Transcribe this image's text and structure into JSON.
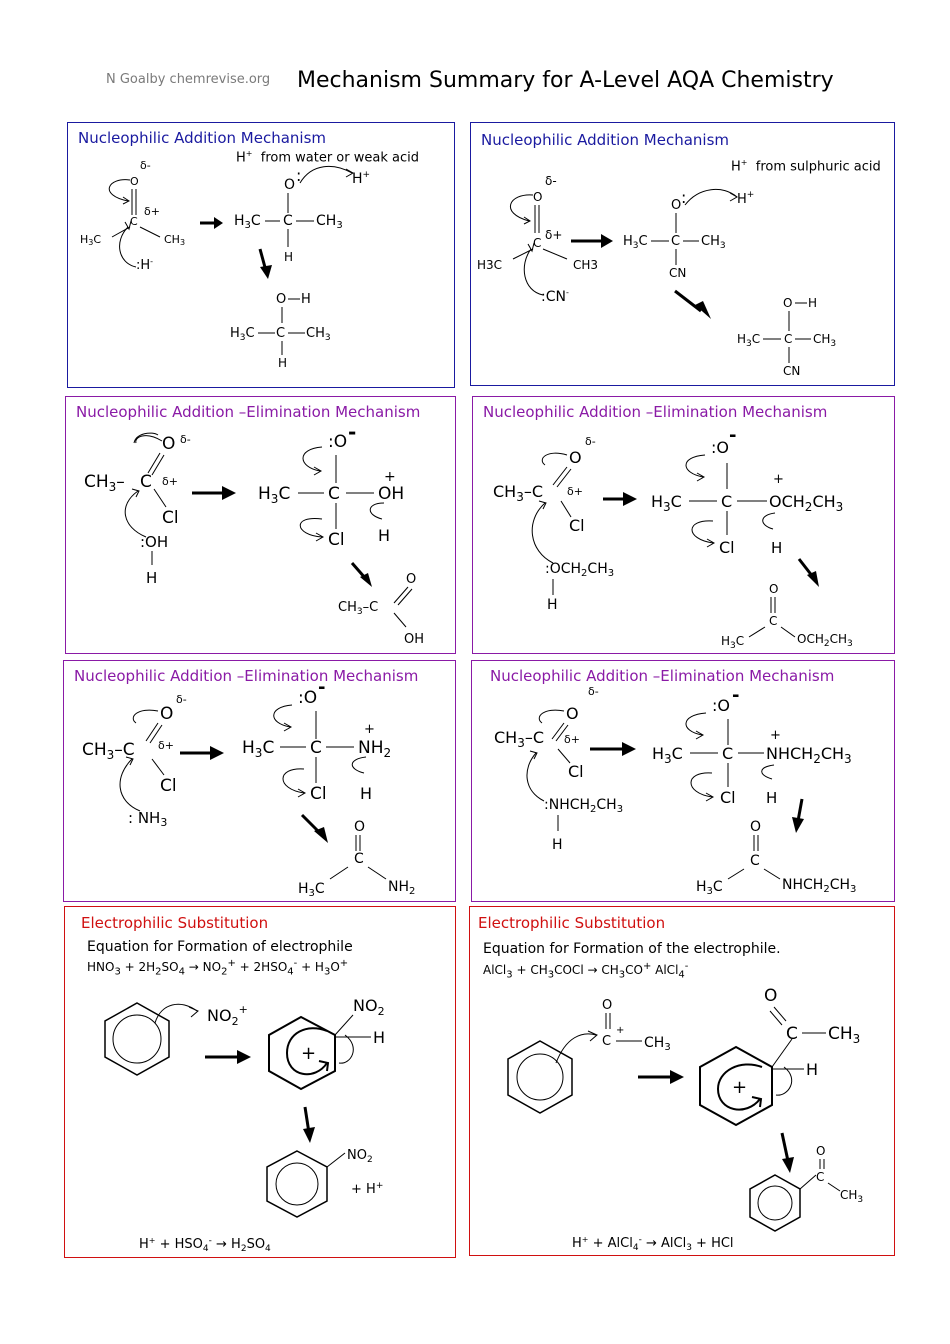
{
  "header": {
    "credit": "N Goalby chemrevise.org",
    "title": "Mechanism Summary for A-Level AQA Chemistry"
  },
  "panels": {
    "p1": {
      "title": "Nucleophilic Addition Mechanism",
      "note": "from water or weak acid"
    },
    "p2": {
      "title": "Nucleophilic Addition Mechanism",
      "note": "from sulphuric acid"
    },
    "p3": {
      "title": "Nucleophilic Addition –Elimination Mechanism"
    },
    "p4": {
      "title": "Nucleophilic Addition –Elimination Mechanism"
    },
    "p5": {
      "title": "Nucleophilic Addition –Elimination Mechanism"
    },
    "p6": {
      "title": "Nucleophilic Addition –Elimination Mechanism"
    },
    "p7": {
      "title": "Electrophilic Substitution",
      "equation_heading": "Equation for Formation of electrophile"
    },
    "p8": {
      "title": "Electrophilic Substitution",
      "equation_heading": "Equation for Formation of the electrophile."
    }
  },
  "colors": {
    "blue": "#1a1aa0",
    "purple": "#8a1aa6",
    "red": "#d01010"
  }
}
